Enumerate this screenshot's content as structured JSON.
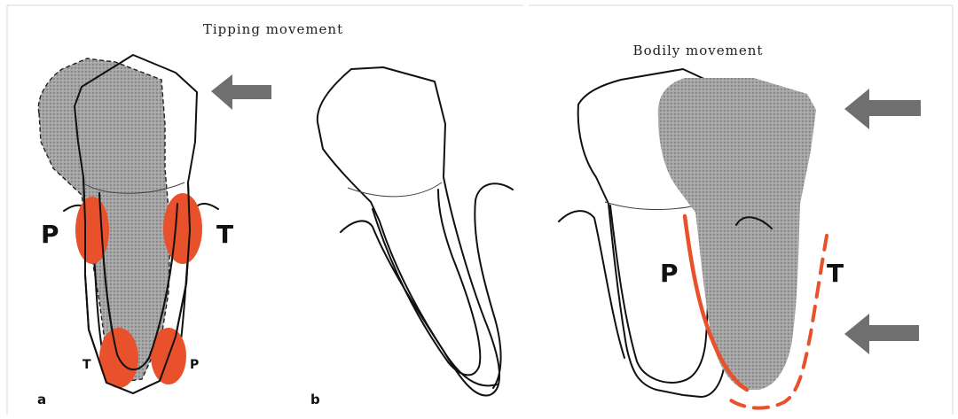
{
  "figure": {
    "panel_left_title": "Tipping movement",
    "panel_right_title": "Bodily movement",
    "zones": {
      "pressure": "P",
      "tension": "T"
    },
    "panel_labels": [
      "a",
      "b"
    ],
    "colors": {
      "pressure_zone": "#e8512b",
      "shadow_fill": "#9a9a9a",
      "arrow": "#6f6f6f",
      "outline": "#111111"
    }
  }
}
